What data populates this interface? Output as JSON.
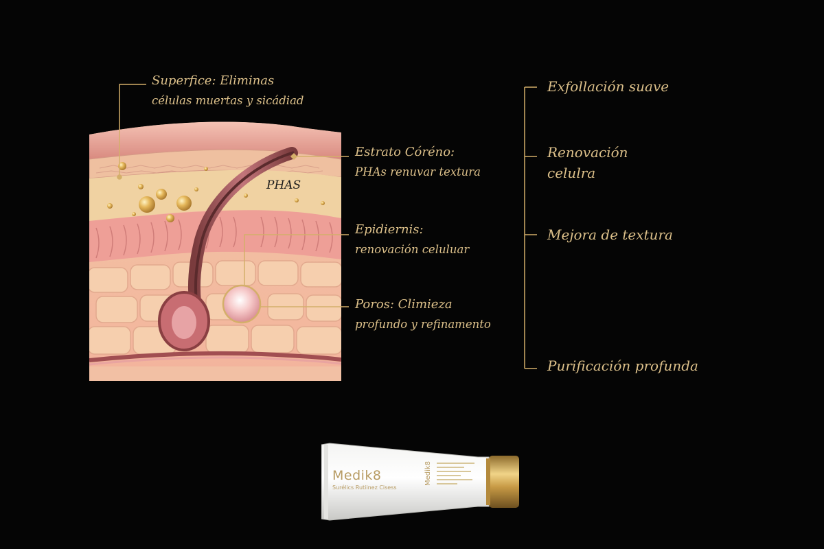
{
  "diagram": {
    "phas_label": "PHAS",
    "annotations": [
      {
        "line1": "Superfice: Eliminas",
        "line2": "células muertas y sicádiad"
      },
      {
        "line1": "Estrato Córéno:",
        "line2": "PHAs renuvar textura"
      },
      {
        "line1": "Epidiernis:",
        "line2": "renovación celuluar"
      },
      {
        "line1": "Poros: Climieza",
        "line2": "profundo y refinamento"
      }
    ]
  },
  "benefits": [
    {
      "line1": "Exfollación suave"
    },
    {
      "line1": "Renovación",
      "line2": "celulra"
    },
    {
      "line1": "Mejora de textura"
    },
    {
      "line1": "Purificación profunda"
    }
  ],
  "product": {
    "brand": "Medik8",
    "subtitle": "Surélics Rutiinez Cisess",
    "side_brand": "Medik8"
  },
  "colors": {
    "background": "#050505",
    "gold": "#dcc08a",
    "skin_top": "#e9a99a",
    "skin_deep": "#f2c4a8"
  }
}
